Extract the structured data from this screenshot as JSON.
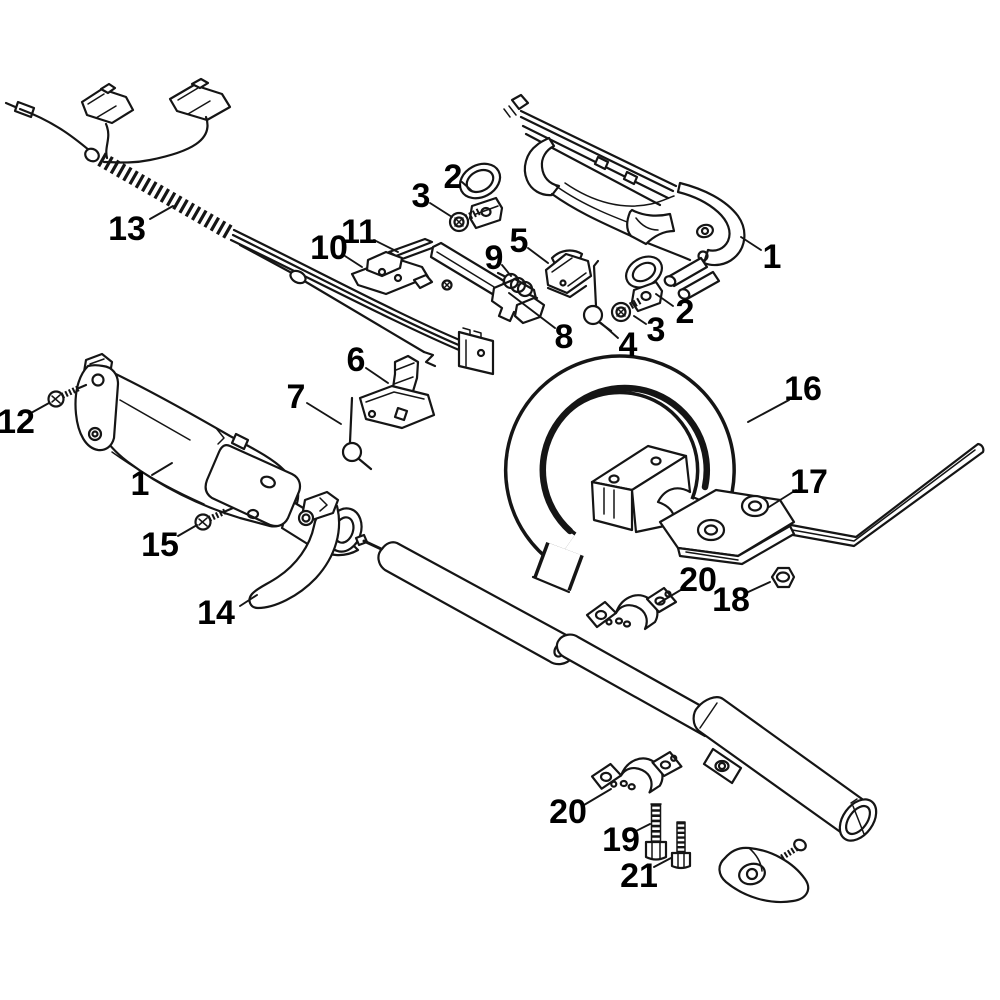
{
  "figure": {
    "type": "exploded-parts-diagram",
    "background": "#ffffff",
    "line_color": "#151515",
    "label_color": "#000000"
  },
  "callouts": [
    {
      "id": "13",
      "label": "13"
    },
    {
      "id": "2-top",
      "label": "2"
    },
    {
      "id": "3-top",
      "label": "3"
    },
    {
      "id": "1-top",
      "label": "1"
    },
    {
      "id": "11",
      "label": "11"
    },
    {
      "id": "10",
      "label": "10"
    },
    {
      "id": "5",
      "label": "5"
    },
    {
      "id": "9",
      "label": "9"
    },
    {
      "id": "8",
      "label": "8"
    },
    {
      "id": "4",
      "label": "4"
    },
    {
      "id": "2-right",
      "label": "2"
    },
    {
      "id": "3-right",
      "label": "3"
    },
    {
      "id": "12",
      "label": "12"
    },
    {
      "id": "1-left",
      "label": "1"
    },
    {
      "id": "6",
      "label": "6"
    },
    {
      "id": "7",
      "label": "7"
    },
    {
      "id": "15",
      "label": "15"
    },
    {
      "id": "14",
      "label": "14"
    },
    {
      "id": "16",
      "label": "16"
    },
    {
      "id": "17",
      "label": "17"
    },
    {
      "id": "18",
      "label": "18"
    },
    {
      "id": "20-upper",
      "label": "20"
    },
    {
      "id": "20-lower",
      "label": "20"
    },
    {
      "id": "19",
      "label": "19"
    },
    {
      "id": "21",
      "label": "21"
    }
  ]
}
